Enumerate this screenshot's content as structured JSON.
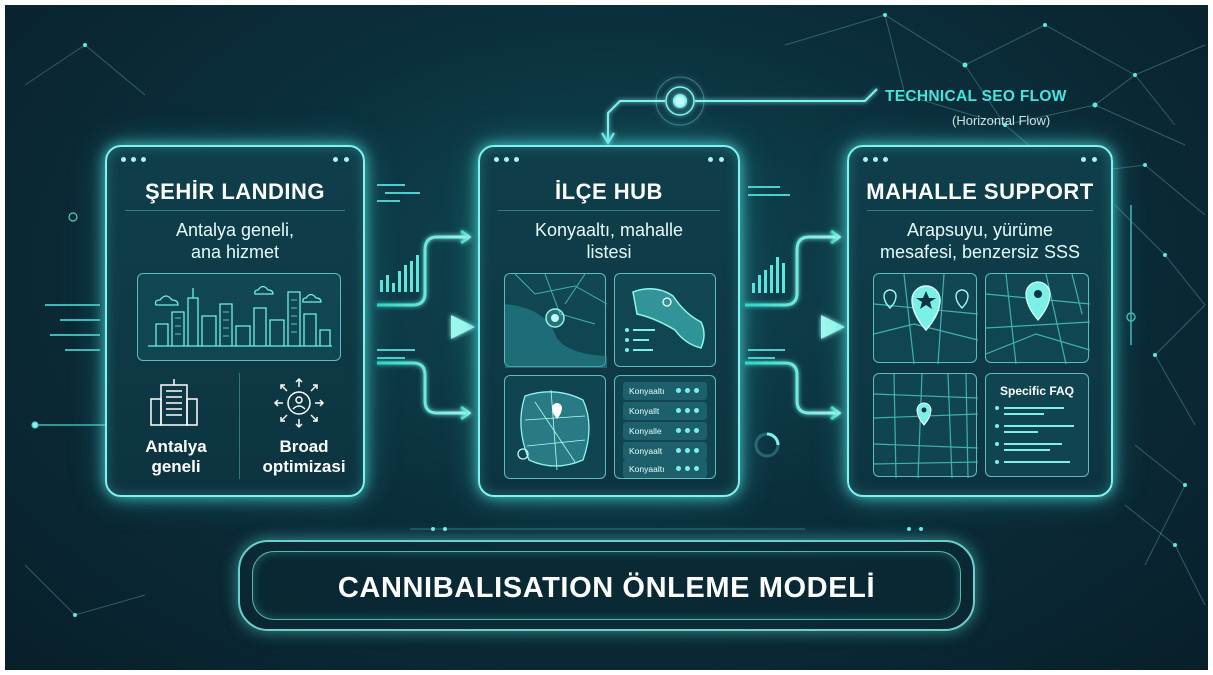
{
  "flow": {
    "title": "TECHNICAL SEO FLOW",
    "subtitle": "(Horizontal Flow)"
  },
  "panels": {
    "sehir": {
      "title": "ŞEHİR LANDING",
      "subtitle_line1": "Antalya geneli,",
      "subtitle_line2": "ana hizmet",
      "left_label_line1": "Antalya",
      "left_label_line2": "geneli",
      "right_label_line1": "Broad",
      "right_label_line2": "optimizasi",
      "icons": [
        "city-skyline-icon",
        "building-icon",
        "target-user-icon"
      ]
    },
    "ilce": {
      "title": "İLÇE HUB",
      "subtitle_line1": "Konyaaltı, mahalle",
      "subtitle_line2": "listesi",
      "list": [
        "Konyaaltı",
        "Konyallt",
        "Konyalle",
        "Konyaalt",
        "Konyaaltı"
      ],
      "icons": [
        "map-pin-icon",
        "map-icon"
      ]
    },
    "mahalle": {
      "title": "MAHALLE SUPPORT",
      "subtitle_line1": "Arapsuyu, yürüme",
      "subtitle_line2": "mesafesi, benzersiz SSS",
      "faq_label": "Specific FAQ",
      "icons": [
        "star-pin-icon",
        "map-pin-icon",
        "street-map-icon"
      ]
    }
  },
  "banner": {
    "text": "CANNIBALISATION ÖNLEME MODELİ"
  },
  "colors": {
    "accent": "#46e6df",
    "panel_border": "#7ff3f0",
    "background": "#0b2f3c"
  }
}
